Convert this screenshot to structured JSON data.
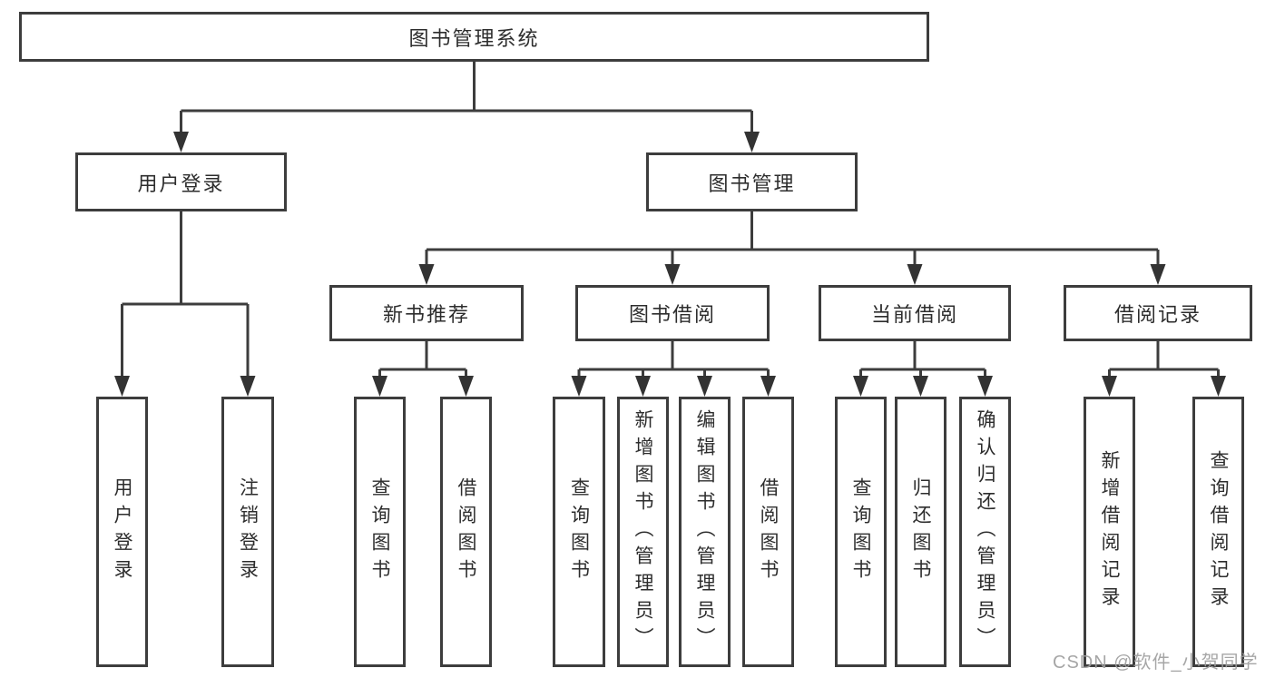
{
  "tree": {
    "label": "图书管理系统",
    "children": [
      {
        "label": "用户登录",
        "children": [
          {
            "label": "用户登录"
          },
          {
            "label": "注销登录"
          }
        ]
      },
      {
        "label": "图书管理",
        "children": [
          {
            "label": "新书推荐",
            "children": [
              {
                "label": "查询图书"
              },
              {
                "label": "借阅图书"
              }
            ]
          },
          {
            "label": "图书借阅",
            "children": [
              {
                "label": "查询图书"
              },
              {
                "label": "新增图书（管理员）"
              },
              {
                "label": "编辑图书（管理员）"
              },
              {
                "label": "借阅图书"
              }
            ]
          },
          {
            "label": "当前借阅",
            "children": [
              {
                "label": "查询图书"
              },
              {
                "label": "归还图书"
              },
              {
                "label": "确认归还（管理员）"
              }
            ]
          },
          {
            "label": "借阅记录",
            "children": [
              {
                "label": "新增借阅记录"
              },
              {
                "label": "查询借阅记录"
              }
            ]
          }
        ]
      }
    ]
  },
  "watermark": "CSDN @软件_小贺同学",
  "colors": {
    "line": "#3d3d3d",
    "box_border": "#3d3d3d",
    "text": "#2d2d2d",
    "background": "#ffffff",
    "watermark": "#9e9e9e"
  }
}
